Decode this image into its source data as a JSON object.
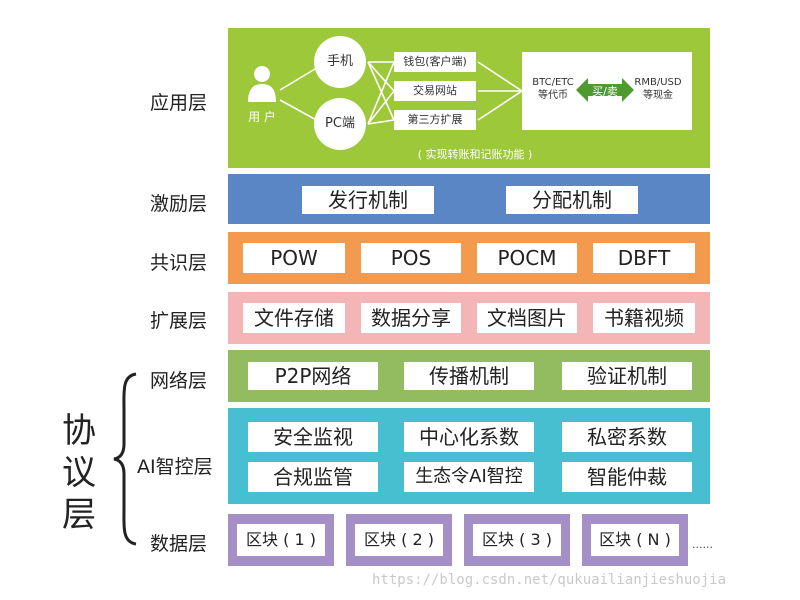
{
  "layers": {
    "application": {
      "label": "应用层",
      "user": "用 户",
      "devices": [
        "手机",
        "PC端"
      ],
      "clients": [
        "钱包(客户端)",
        "交易网站",
        "第三方扩展"
      ],
      "crypto": "BTC/ETC\n等代币",
      "exchange": "买/卖",
      "fiat": "RMB/USD\n等现金",
      "caption": "( 实现转账和记账功能 )"
    },
    "incentive": {
      "label": "激励层",
      "items": [
        "发行机制",
        "分配机制"
      ]
    },
    "consensus": {
      "label": "共识层",
      "items": [
        "POW",
        "POS",
        "POCM",
        "DBFT"
      ]
    },
    "extension": {
      "label": "扩展层",
      "items": [
        "文件存储",
        "数据分享",
        "文档图片",
        "书籍视频"
      ]
    },
    "network": {
      "label": "网络层",
      "items": [
        "P2P网络",
        "传播机制",
        "验证机制"
      ]
    },
    "ai": {
      "label": "AI智控层",
      "items": [
        "安全监视",
        "中心化系数",
        "私密系数",
        "合规监管",
        "生态令AI智控",
        "智能仲裁"
      ]
    },
    "data": {
      "label": "数据层",
      "items": [
        "区块 ( 1 )",
        "区块 ( 2 )",
        "区块 ( 3 )",
        "区块 ( N )"
      ],
      "more": "......"
    }
  },
  "protocol_label": [
    "协",
    "议",
    "层"
  ],
  "watermark": "https://blog.csdn.net/qukuailianjieshuojia",
  "colors": {
    "application": "#9cc83a",
    "incentive": "#5a86c6",
    "consensus": "#f49a4e",
    "extension": "#f3b5b5",
    "network": "#93bb5f",
    "ai": "#48bfd1",
    "data": "#a48fc6",
    "exchange_arrow": "#4f9a2e"
  }
}
